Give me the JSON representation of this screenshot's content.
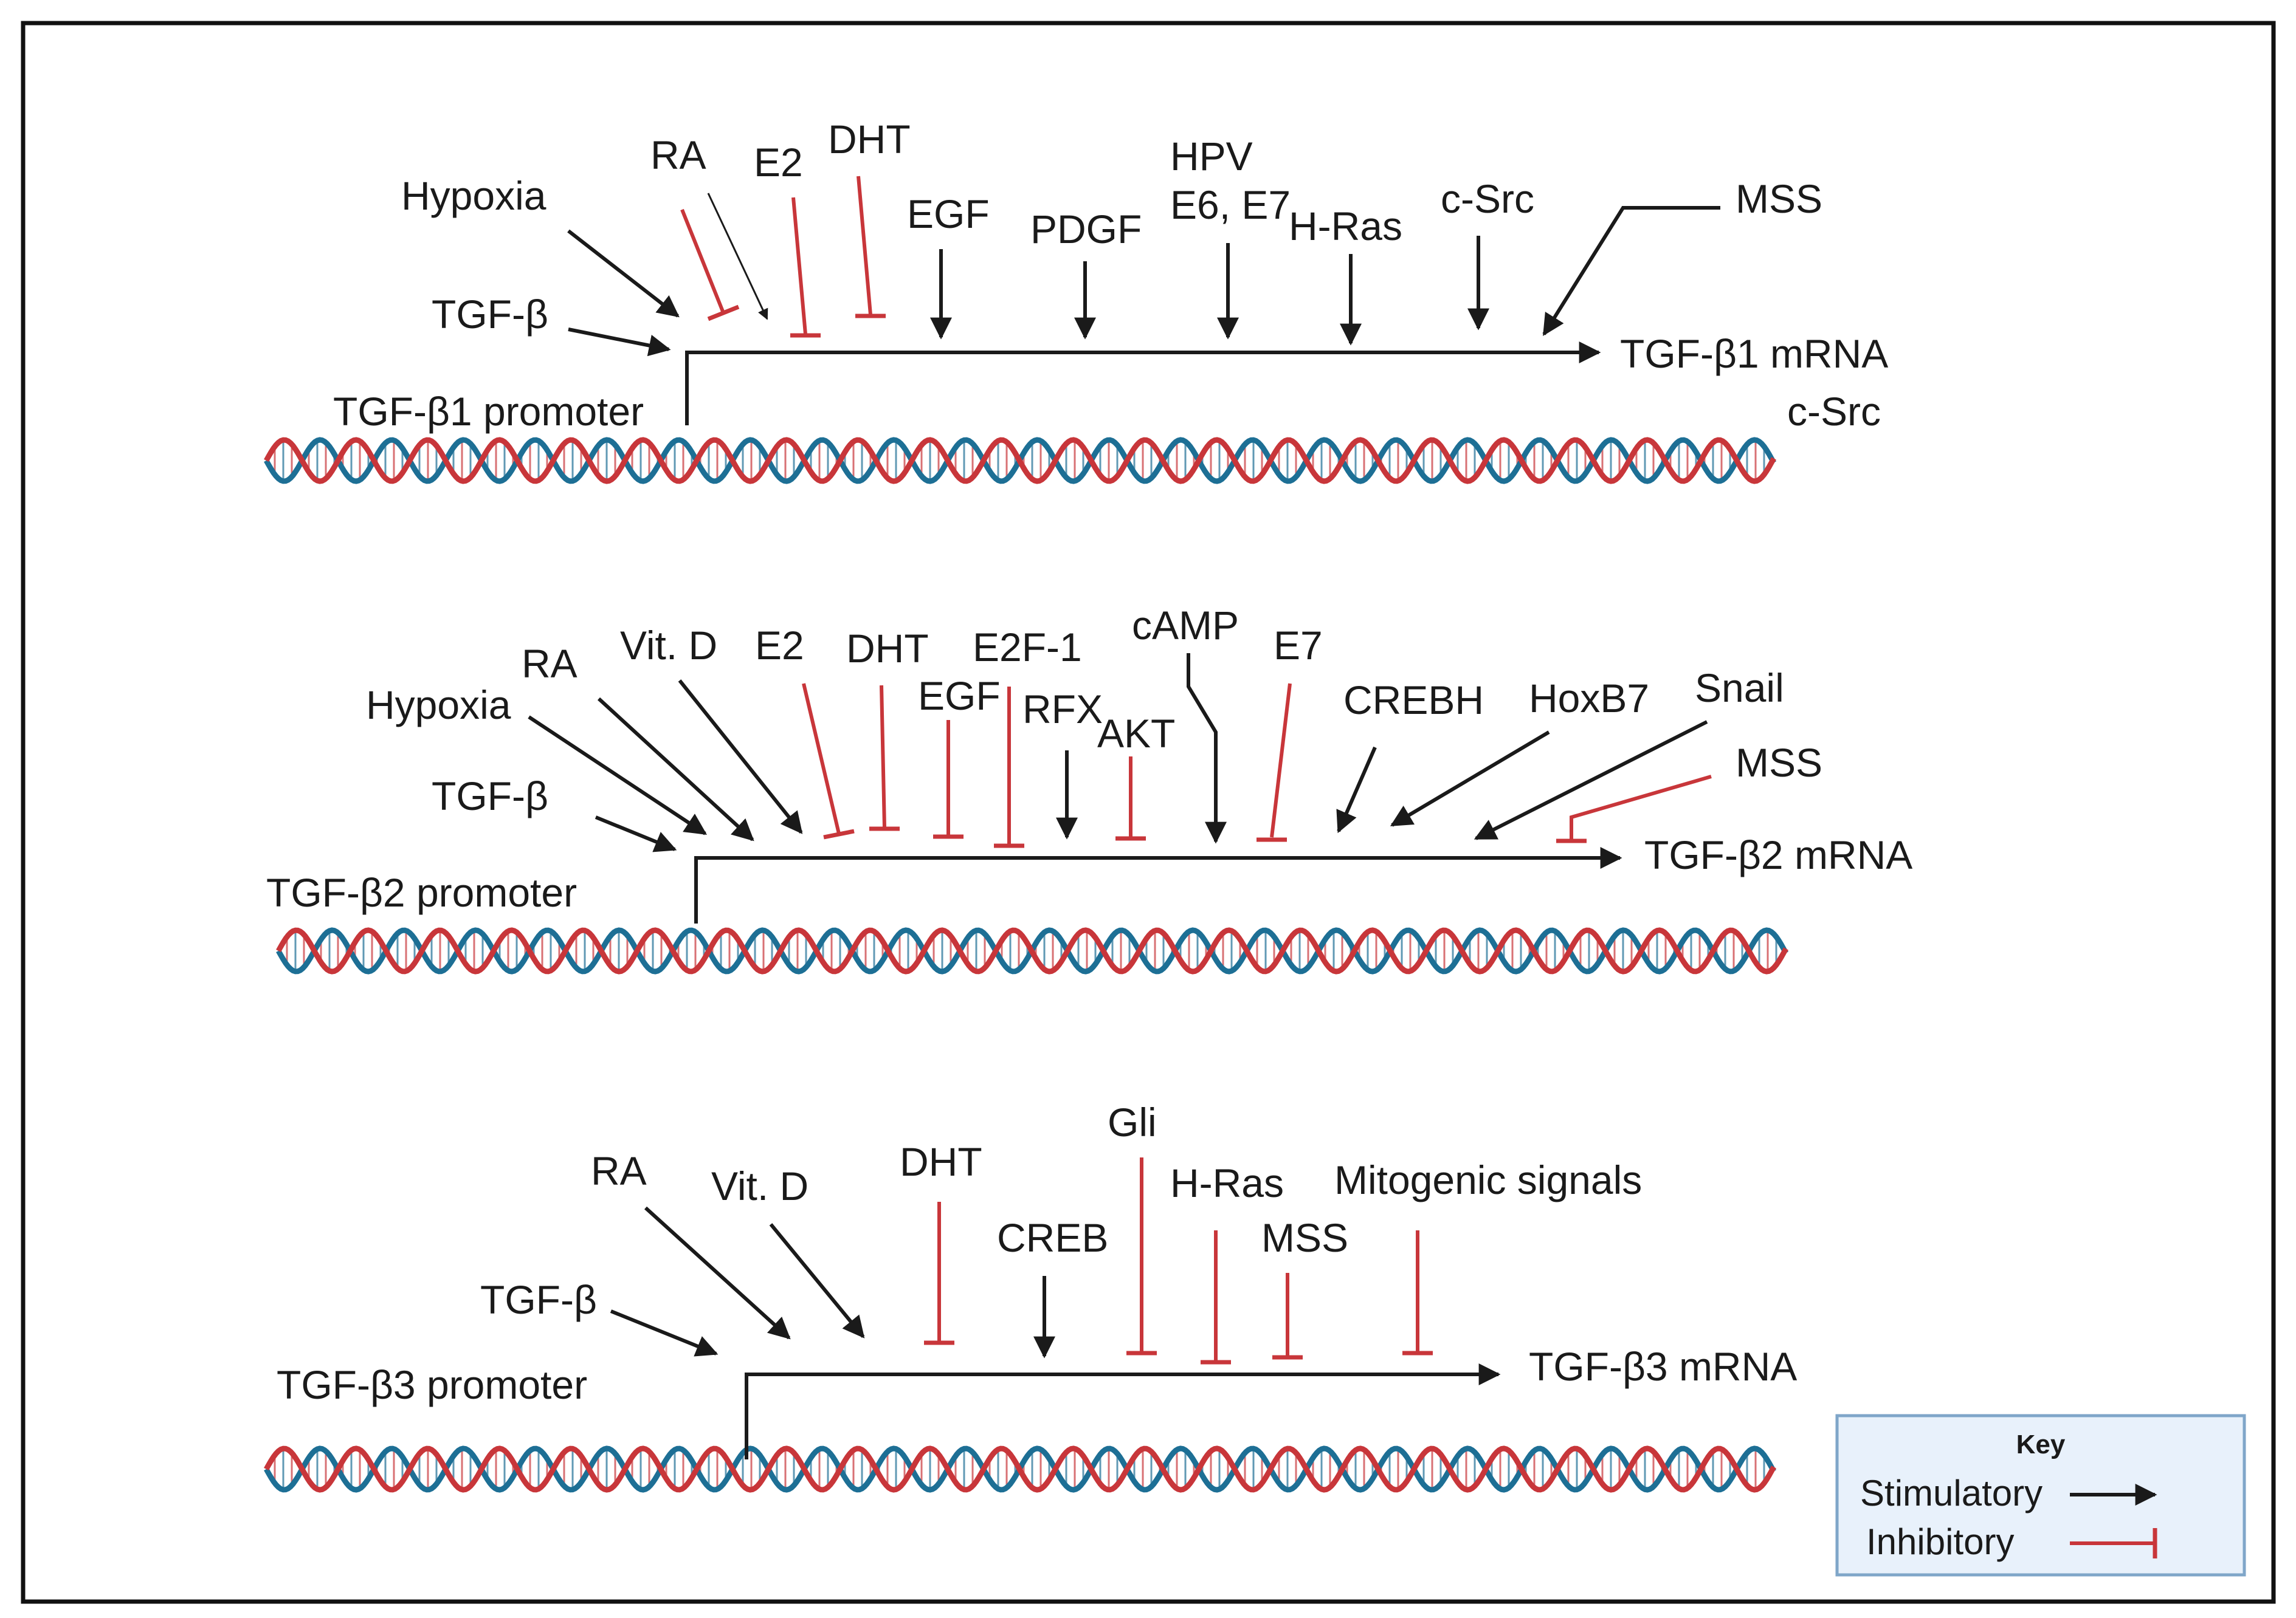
{
  "colors": {
    "stimulatory": "#1a1a1a",
    "inhibitory": "#c8363a",
    "dna_red": "#c8363a",
    "dna_teal": "#1d6f95",
    "key_bg": "#e8f1fb",
    "key_border": "#7fa6c9"
  },
  "panels": [
    {
      "promoter": "TGF-β1 promoter",
      "mrna": "TGF-β1 mRNA",
      "extra_label": "c-Src",
      "regulators": [
        {
          "name": "Hypoxia",
          "effect": "stimulatory"
        },
        {
          "name": "TGF-β",
          "effect": "stimulatory"
        },
        {
          "name": "RA",
          "effect": "inhibitory"
        },
        {
          "name": "RA",
          "effect": "stimulatory"
        },
        {
          "name": "E2",
          "effect": "inhibitory"
        },
        {
          "name": "DHT",
          "effect": "inhibitory"
        },
        {
          "name": "EGF",
          "effect": "stimulatory"
        },
        {
          "name": "PDGF",
          "effect": "stimulatory"
        },
        {
          "name": "HPV",
          "effect": "stimulatory"
        },
        {
          "name": "E6, E7",
          "effect": "stimulatory"
        },
        {
          "name": "H-Ras",
          "effect": "stimulatory"
        },
        {
          "name": "c-Src",
          "effect": "stimulatory"
        },
        {
          "name": "MSS",
          "effect": "stimulatory"
        }
      ]
    },
    {
      "promoter": "TGF-β2 promoter",
      "mrna": "TGF-β2 mRNA",
      "regulators": [
        {
          "name": "Hypoxia",
          "effect": "stimulatory"
        },
        {
          "name": "TGF-β",
          "effect": "stimulatory"
        },
        {
          "name": "RA",
          "effect": "stimulatory"
        },
        {
          "name": "Vit. D",
          "effect": "stimulatory"
        },
        {
          "name": "E2",
          "effect": "inhibitory"
        },
        {
          "name": "DHT",
          "effect": "inhibitory"
        },
        {
          "name": "EGF",
          "effect": "inhibitory"
        },
        {
          "name": "E2F-1",
          "effect": "inhibitory"
        },
        {
          "name": "RFX",
          "effect": "stimulatory"
        },
        {
          "name": "AKT",
          "effect": "inhibitory"
        },
        {
          "name": "cAMP",
          "effect": "stimulatory"
        },
        {
          "name": "E7",
          "effect": "inhibitory"
        },
        {
          "name": "CREBH",
          "effect": "stimulatory"
        },
        {
          "name": "HoxB7",
          "effect": "stimulatory"
        },
        {
          "name": "Snail",
          "effect": "stimulatory"
        },
        {
          "name": "MSS",
          "effect": "inhibitory"
        }
      ]
    },
    {
      "promoter": "TGF-β3 promoter",
      "mrna": "TGF-β3 mRNA",
      "regulators": [
        {
          "name": "TGF-β",
          "effect": "stimulatory"
        },
        {
          "name": "RA",
          "effect": "stimulatory"
        },
        {
          "name": "Vit. D",
          "effect": "stimulatory"
        },
        {
          "name": "DHT",
          "effect": "inhibitory"
        },
        {
          "name": "CREB",
          "effect": "stimulatory"
        },
        {
          "name": "Gli",
          "effect": "inhibitory"
        },
        {
          "name": "H-Ras",
          "effect": "inhibitory"
        },
        {
          "name": "MSS",
          "effect": "inhibitory"
        },
        {
          "name": "Mitogenic signals",
          "effect": "inhibitory"
        }
      ]
    }
  ],
  "key": {
    "title": "Key",
    "stimulatory": "Stimulatory",
    "inhibitory": "Inhibitory"
  }
}
